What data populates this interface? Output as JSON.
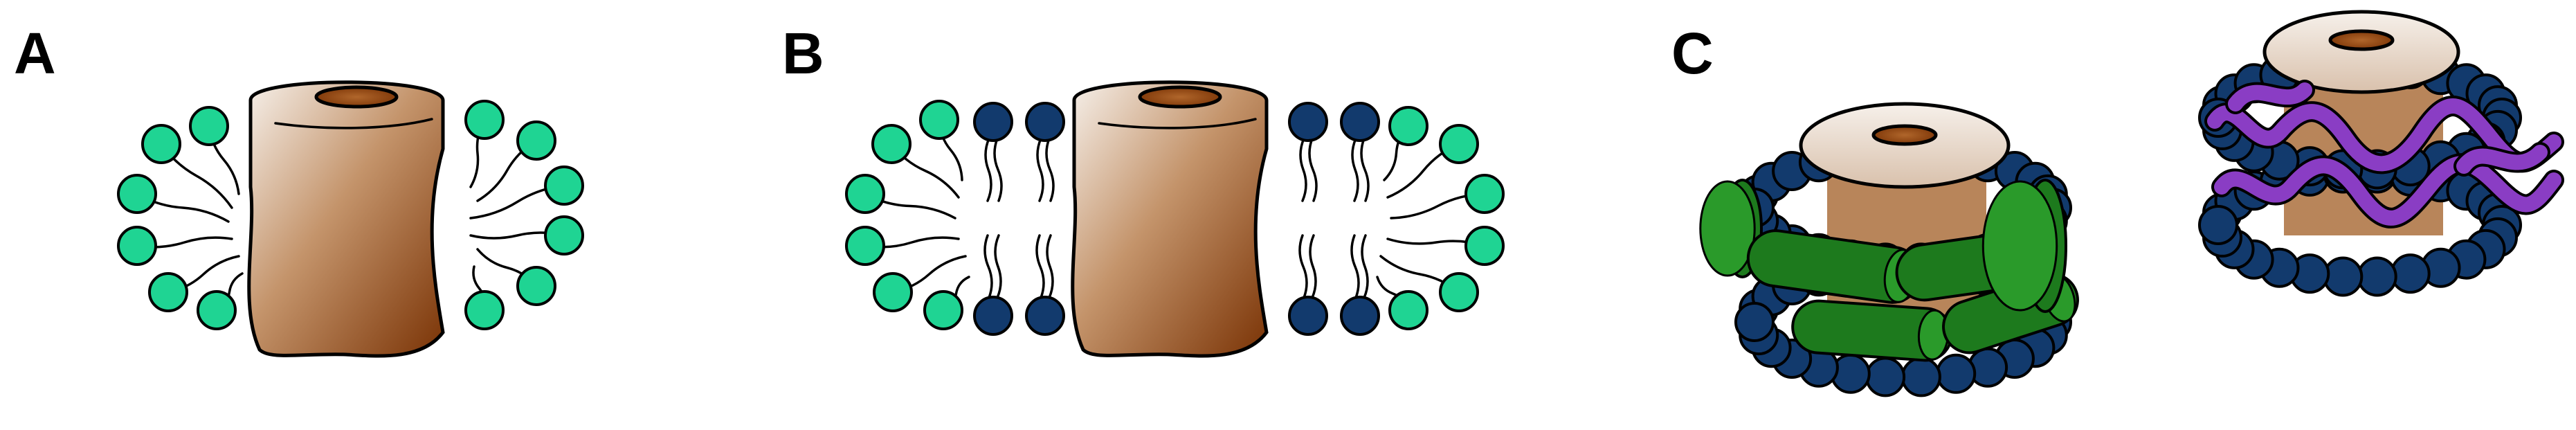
{
  "figure": {
    "panels": [
      {
        "id": "A",
        "label": "A"
      },
      {
        "id": "B",
        "label": "B"
      },
      {
        "id": "C",
        "label": "C"
      }
    ]
  },
  "colors": {
    "lipid_headgroup_green": "#1fd493",
    "lipid_headgroup_blue": "#123a6d",
    "protein_brown_light": "#f3ece6",
    "protein_brown_dark": "#7a3305",
    "protein_top_inner": "#8b4513",
    "scaffold_green": "#1d7a1d",
    "polymer_purple": "#8a3dc4",
    "outline": "#000000"
  }
}
